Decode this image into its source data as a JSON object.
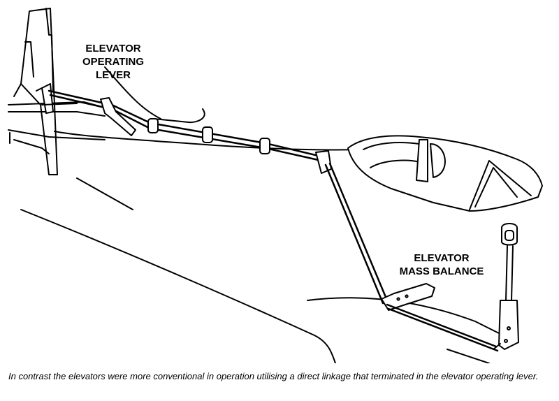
{
  "labels": {
    "operating_lever": [
      "ELEVATOR",
      "OPERATING",
      "LEVER"
    ],
    "mass_balance": [
      "ELEVATOR",
      "MASS BALANCE"
    ]
  },
  "caption": "In contrast the elevators were more conventional in operation utilising a direct linkage that terminated in the elevator operating lever."
}
